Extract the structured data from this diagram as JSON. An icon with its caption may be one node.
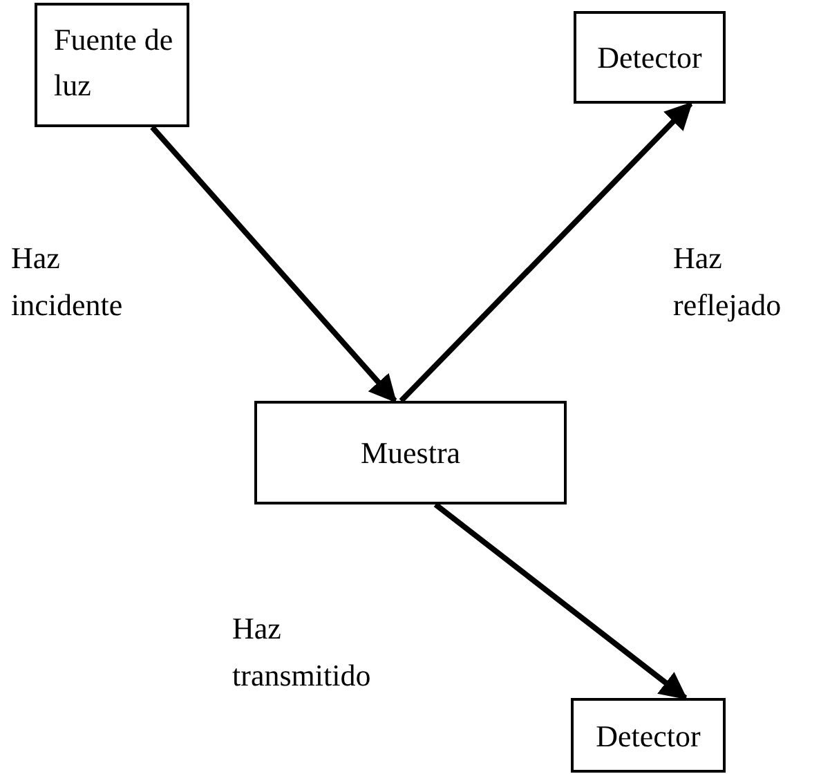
{
  "diagram": {
    "nodes": [
      {
        "text": [
          "Fuente de luz"
        ]
      },
      {
        "text": [
          "Detector"
        ]
      },
      {
        "text": [
          "Muestra"
        ]
      },
      {
        "text": [
          "Detector"
        ]
      }
    ],
    "edges": [
      {
        "from": 0,
        "to": 2,
        "arrow": "to",
        "label": "Haz incidente"
      },
      {
        "from": 2,
        "to": 1,
        "arrow": "to",
        "label": "Haz reflejado"
      },
      {
        "from": 2,
        "to": 3,
        "arrow": "to",
        "label": "Haz transmitido"
      }
    ]
  }
}
